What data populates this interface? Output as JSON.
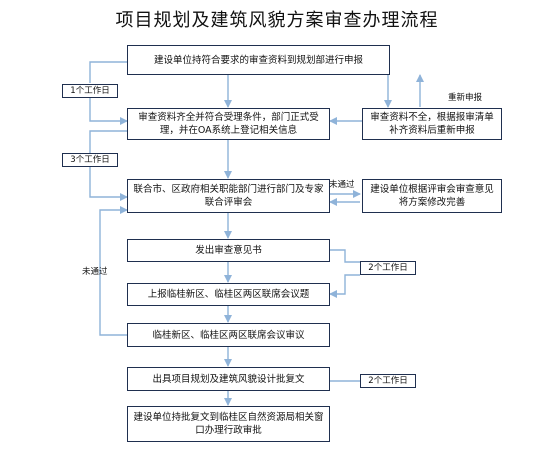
{
  "title": "项目规划及建筑风貌方案审查办理流程",
  "steps": [
    "建设单位持符合要求的审查资料到规划部进行申报",
    "审查资料齐全并符合受理条件，部门正式受理，并在OA系统上登记相关信息",
    "审查资料不全，根据报审清单补齐资料后重新申报",
    "联合市、区政府相关职能部门进行部门及专家联合评审会",
    "建设单位根据评审会审查意见将方案修改完善",
    "发出审查意见书",
    "上报临桂新区、临桂区两区联席会议题",
    "临桂新区、临桂区两区联席会议审议",
    "出具项目规划及建筑风貌设计批复文",
    "建设单位持批复文到临桂区自然资源局相关窗口办理行政审批"
  ],
  "tags": [
    "1个工作日",
    "3个工作日",
    "2个工作日",
    "2个工作日"
  ],
  "labels": {
    "resubmit": "重新申报",
    "not_passed_1": "未通过",
    "not_passed_2": "未通过"
  }
}
